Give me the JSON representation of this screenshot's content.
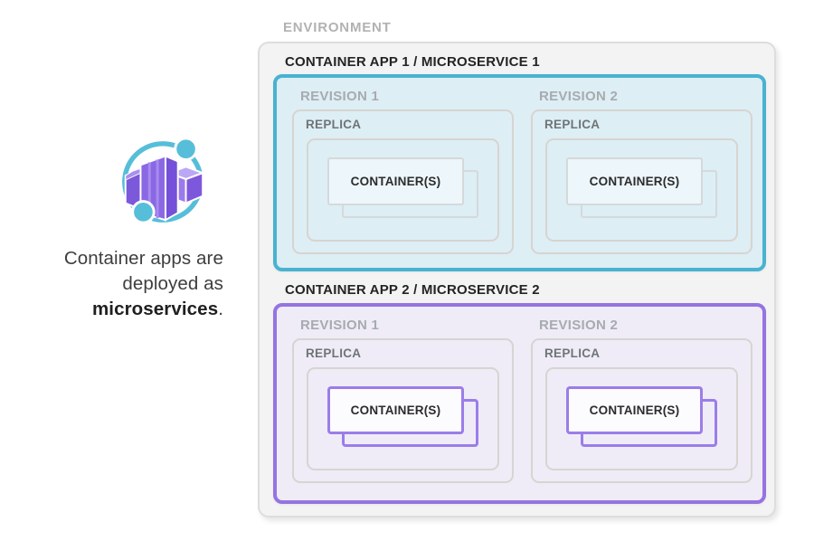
{
  "left_panel": {
    "caption": {
      "line1": "Container apps are",
      "line2": "deployed as",
      "bold": "microservices",
      "period": "."
    },
    "icon": {
      "name": "azure-container-apps",
      "ring_color": "#56bed9",
      "cube_front_color": "#8a68e4",
      "cube_top_color": "#b9a2f3",
      "cube_side_color": "#7550d8"
    }
  },
  "environment": {
    "label": "ENVIRONMENT",
    "apps": [
      {
        "title": "CONTAINER APP 1 / MICROSERVICE 1",
        "accent": "#49b2d1",
        "background": "#ddeef5",
        "container_border": "#d5d9da",
        "revisions": [
          {
            "label": "REVISION 1",
            "replica": {
              "label": "REPLICA",
              "containers_label": "CONTAINER(S)"
            }
          },
          {
            "label": "REVISION 2",
            "replica": {
              "label": "REPLICA",
              "containers_label": "CONTAINER(S)"
            }
          }
        ]
      },
      {
        "title": "CONTAINER APP 2 / MICROSERVICE 2",
        "accent": "#9574e1",
        "background": "#efecf8",
        "container_border": "#9b7de9",
        "revisions": [
          {
            "label": "REVISION 1",
            "replica": {
              "label": "REPLICA",
              "containers_label": "CONTAINER(S)"
            }
          },
          {
            "label": "REVISION 2",
            "replica": {
              "label": "REPLICA",
              "containers_label": "CONTAINER(S)"
            }
          }
        ]
      }
    ]
  }
}
